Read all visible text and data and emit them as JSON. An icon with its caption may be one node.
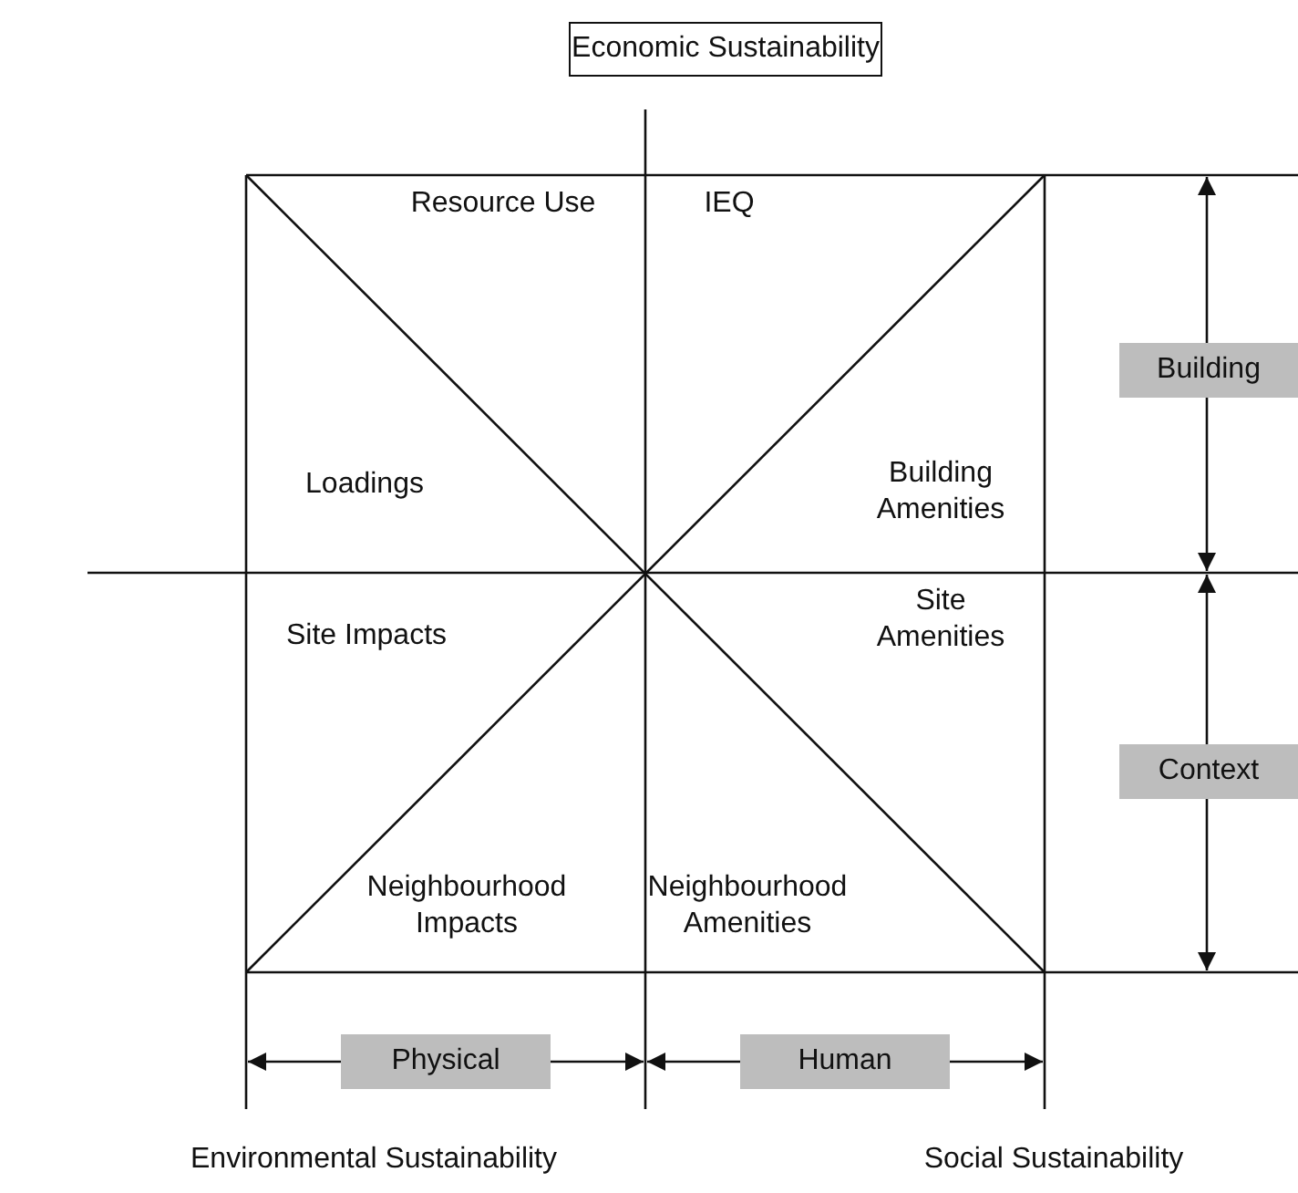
{
  "diagram": {
    "nodes": [
      {
        "text": [
          "Economic Sustainability"
        ]
      },
      {
        "text": [
          "Building"
        ]
      },
      {
        "text": [
          "Context"
        ]
      },
      {
        "text": [
          "Physical"
        ]
      },
      {
        "text": [
          "Human"
        ]
      }
    ],
    "labels": [
      "Resource Use",
      "IEQ",
      "Loadings",
      "Building Amenities",
      "Site Impacts",
      "Site Amenities",
      "Neighbourhood Impacts",
      "Neighbourhood Amenities",
      "Environmental Sustainability",
      "Social Sustainability"
    ]
  }
}
